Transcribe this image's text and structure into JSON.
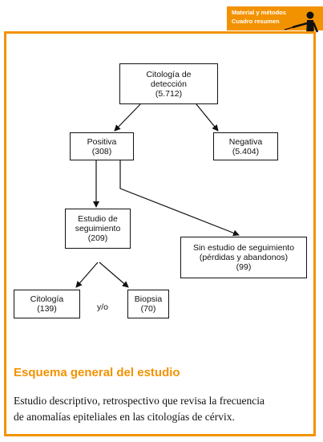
{
  "header": {
    "tab_line1": "Material y métodos",
    "tab_line2": "Cuadro resumen",
    "tab_color": "#f39200",
    "figure_icon": "presenter-pointing-icon"
  },
  "diagram": {
    "root": {
      "line1": "Citología de",
      "line2": "detección",
      "count": "(5.712)"
    },
    "positive": {
      "label": "Positiva",
      "count": "(308)"
    },
    "negative": {
      "label": "Negativa",
      "count": "(5.404)"
    },
    "followup": {
      "line1": "Estudio de",
      "line2": "seguimiento",
      "count": "(209)"
    },
    "no_followup": {
      "line1": "Sin estudio de seguimiento",
      "line2": "(pérdidas y abandonos)",
      "count": "(99)"
    },
    "cytology": {
      "label": "Citología",
      "count": "(139)"
    },
    "biopsy": {
      "label": "Biopsia",
      "count": "(70)"
    },
    "connector": "y/o"
  },
  "section": {
    "title": "Esquema general del estudio",
    "description_line1": "Estudio descriptivo, retrospectivo que revisa la frecuencia",
    "description_line2": "de anomalías epiteliales en las citologías de cérvix."
  }
}
